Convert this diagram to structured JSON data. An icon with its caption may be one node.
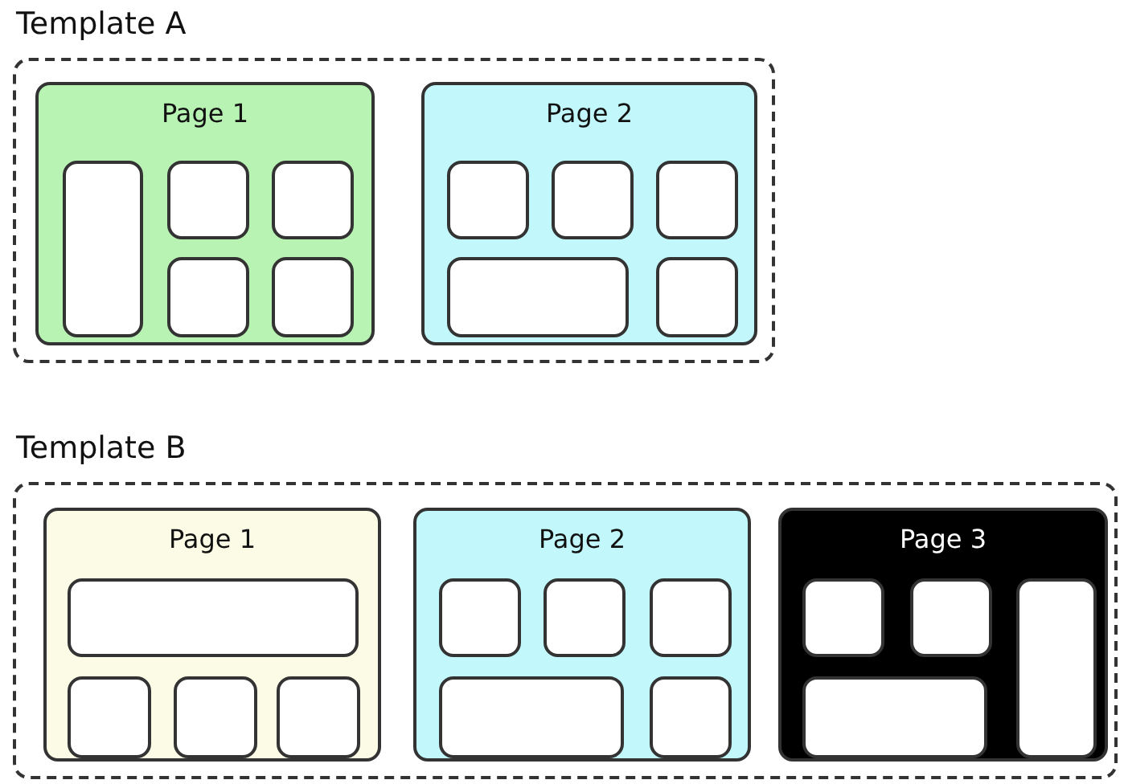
{
  "diagram": {
    "nodes": [
      {
        "text": [
          "Template A"
        ]
      },
      {
        "text": [
          "Page 1"
        ],
        "in": 0
      },
      {
        "text": [],
        "shape": "box",
        "in": 1
      },
      {
        "text": [],
        "shape": "box",
        "in": 1
      },
      {
        "text": [],
        "shape": "box",
        "in": 1
      },
      {
        "text": [],
        "shape": "box",
        "in": 1
      },
      {
        "text": [],
        "shape": "box",
        "in": 1
      },
      {
        "text": [
          "Page 2"
        ],
        "in": 0
      },
      {
        "text": [],
        "shape": "box",
        "in": 7
      },
      {
        "text": [],
        "shape": "box",
        "in": 7
      },
      {
        "text": [],
        "shape": "box",
        "in": 7
      },
      {
        "text": [],
        "shape": "box",
        "in": 7
      },
      {
        "text": [],
        "shape": "box",
        "in": 7
      },
      {
        "text": [
          "Template B"
        ]
      },
      {
        "text": [
          "Page 1"
        ],
        "in": 13
      },
      {
        "text": [],
        "shape": "box",
        "in": 14
      },
      {
        "text": [],
        "shape": "box",
        "in": 14
      },
      {
        "text": [],
        "shape": "box",
        "in": 14
      },
      {
        "text": [],
        "shape": "box",
        "in": 14
      },
      {
        "text": [
          "Page 2"
        ],
        "in": 13
      },
      {
        "text": [],
        "shape": "box",
        "in": 19
      },
      {
        "text": [],
        "shape": "box",
        "in": 19
      },
      {
        "text": [],
        "shape": "box",
        "in": 19
      },
      {
        "text": [],
        "shape": "box",
        "in": 19
      },
      {
        "text": [],
        "shape": "box",
        "in": 19
      },
      {
        "text": [
          "Page 3"
        ],
        "in": 13
      },
      {
        "text": [],
        "shape": "box",
        "in": 25
      },
      {
        "text": [],
        "shape": "box",
        "in": 25
      },
      {
        "text": [],
        "shape": "box",
        "in": 25
      },
      {
        "text": [],
        "shape": "box",
        "in": 25
      }
    ]
  }
}
